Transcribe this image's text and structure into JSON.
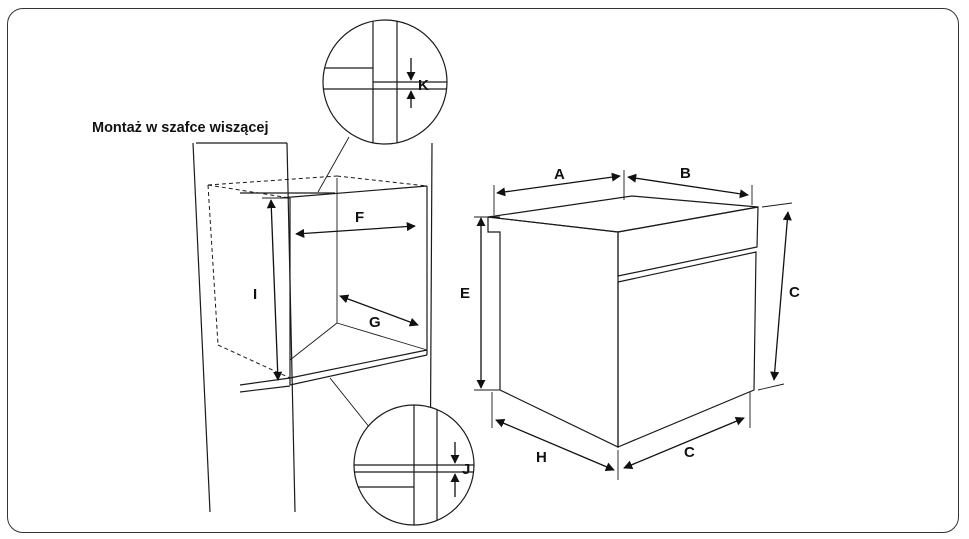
{
  "caption": "Montaż w szafce wiszącej",
  "labels": {
    "A": "A",
    "B": "B",
    "C_front": "C",
    "C_side": "C",
    "E": "E",
    "F": "F",
    "G": "G",
    "H": "H",
    "I": "I",
    "J": "J",
    "K": "K"
  },
  "colors": {
    "line": "#1a1a1a",
    "steel_light": "#e8e8e8",
    "steel_dark": "#8a8a8a"
  }
}
